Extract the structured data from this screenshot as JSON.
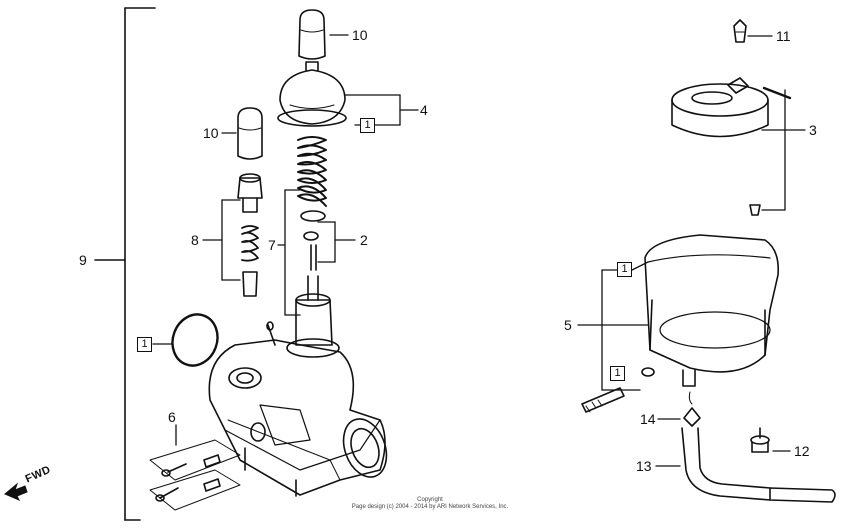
{
  "callouts": {
    "c10a": "10",
    "c4": "4",
    "c10b": "10",
    "c2": "2",
    "c7": "7",
    "c8": "8",
    "c9": "9",
    "c6": "6",
    "c11": "11",
    "c3": "3",
    "c5": "5",
    "c14": "14",
    "c12": "12",
    "c13": "13"
  },
  "box_label": "1",
  "fwd_label": "FWD",
  "copyright": {
    "line1": "Copyright",
    "line2": "Page design (c) 2004 - 2014 by ARI Network Services, Inc."
  }
}
